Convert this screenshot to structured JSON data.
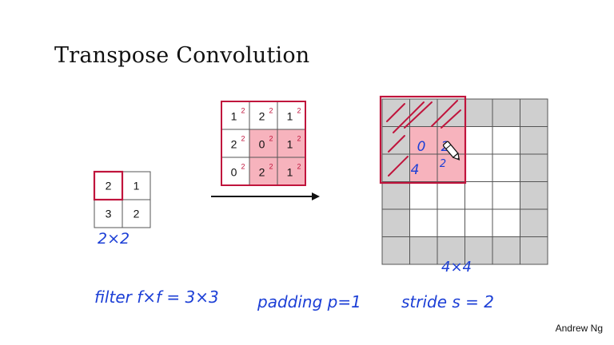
{
  "title": "Transpose Convolution",
  "author": "Andrew Ng",
  "input_matrix": {
    "values": [
      [
        "2",
        "1"
      ],
      [
        "3",
        "2"
      ]
    ],
    "size_label": "2×2"
  },
  "filter_matrix": {
    "values": [
      [
        "1",
        "2",
        "1"
      ],
      [
        "2",
        "0",
        "1"
      ],
      [
        "0",
        "2",
        "1"
      ]
    ],
    "superscript": "2"
  },
  "output_grid": {
    "size_label": "4×4",
    "entries": [
      "0",
      "2",
      "4",
      "2"
    ]
  },
  "notes": {
    "filter": "filter f×f = 3×3",
    "padding": "padding p=1",
    "stride": "stride s = 2"
  },
  "colors": {
    "highlight_fill": "#f7b3bd",
    "highlight_border": "#c0143c",
    "grid_gray": "#cfcfcf",
    "ink_blue": "#1c3fd6"
  },
  "icons": [
    "pencil-icon",
    "arrow-right"
  ]
}
